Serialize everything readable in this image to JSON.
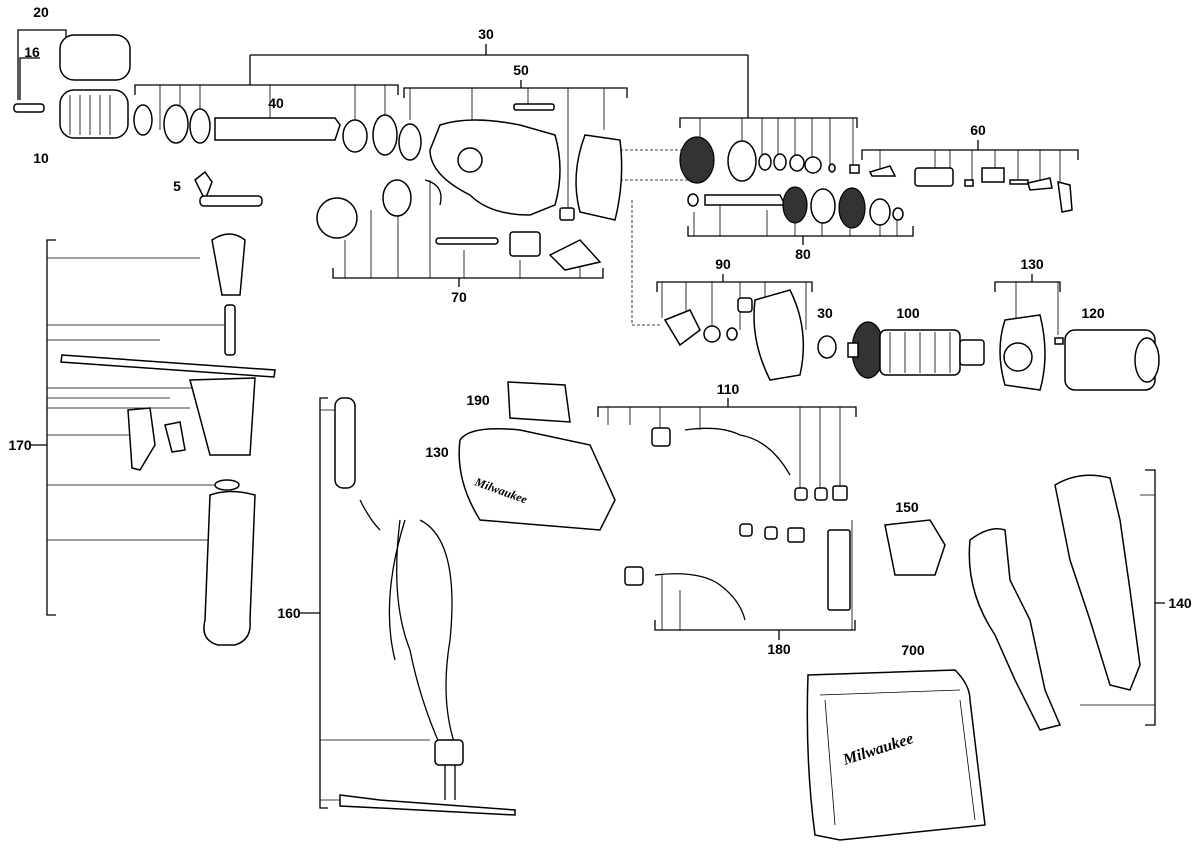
{
  "diagram": {
    "type": "exploded parts diagram",
    "callouts": {
      "c20": "20",
      "c16": "16",
      "c10": "10",
      "c5": "5",
      "c30_top": "30",
      "c40": "40",
      "c50": "50",
      "c60": "60",
      "c70": "70",
      "c80": "80",
      "c90": "90",
      "c30_small": "30",
      "c100": "100",
      "c130_top": "130",
      "c120": "120",
      "c110": "110",
      "c190": "190",
      "c130_mid": "130",
      "c150": "150",
      "c170": "170",
      "c160": "160",
      "c180": "180",
      "c140": "140",
      "c700": "700"
    },
    "logo_text": "Milwaukee"
  }
}
